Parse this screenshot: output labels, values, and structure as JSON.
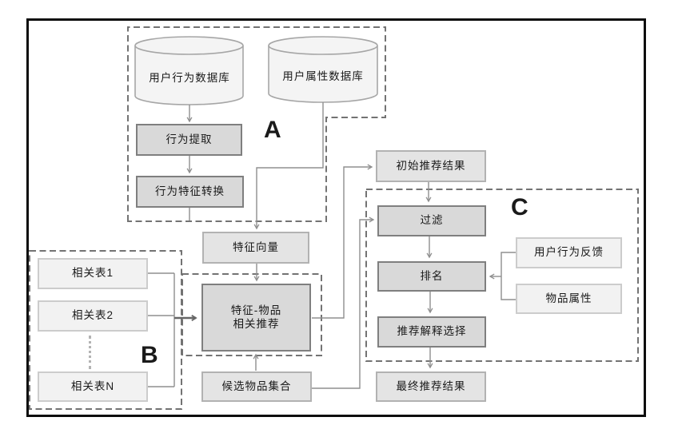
{
  "modules": {
    "a": "A",
    "b": "B",
    "c": "C"
  },
  "nodes": {
    "user_behavior_db": "用户行为数据库",
    "user_attribute_db": "用户属性数据库",
    "behavior_extraction": "行为提取",
    "behavior_feature_transform": "行为特征转换",
    "feature_vector": "特征向量",
    "initial_recommendation": "初始推荐结果",
    "related_table_1": "相关表1",
    "related_table_2": "相关表2",
    "related_table_n": "相关表N",
    "feature_item_line1": "特征-物品",
    "feature_item_line2": "相关推荐",
    "candidate_item_set": "候选物品集合",
    "filter": "过滤",
    "ranking": "排名",
    "explanation_selection": "推荐解释选择",
    "user_behavior_feedback": "用户行为反馈",
    "item_attributes": "物品属性",
    "final_recommendation": "最终推荐结果"
  },
  "edges": [
    {
      "from": "user_behavior_db",
      "to": "behavior_extraction"
    },
    {
      "from": "behavior_extraction",
      "to": "behavior_feature_transform"
    },
    {
      "from": "behavior_feature_transform",
      "to": "module_a_output"
    },
    {
      "from": "user_attribute_db",
      "to": "feature_vector"
    },
    {
      "from": "feature_vector",
      "to": "feature_item_recommendation"
    },
    {
      "from": "related_table_1",
      "to": "feature_item_recommendation"
    },
    {
      "from": "related_table_2",
      "to": "feature_item_recommendation"
    },
    {
      "from": "related_table_n",
      "to": "feature_item_recommendation"
    },
    {
      "from": "candidate_item_set",
      "to": "feature_item_recommendation"
    },
    {
      "from": "feature_item_recommendation",
      "to": "initial_recommendation"
    },
    {
      "from": "initial_recommendation",
      "to": "filter"
    },
    {
      "from": "candidate_item_set",
      "to": "filter"
    },
    {
      "from": "filter",
      "to": "ranking"
    },
    {
      "from": "user_behavior_feedback",
      "to": "ranking"
    },
    {
      "from": "item_attributes",
      "to": "ranking"
    },
    {
      "from": "ranking",
      "to": "explanation_selection"
    },
    {
      "from": "explanation_selection",
      "to": "final_recommendation"
    }
  ],
  "colors": {
    "frame": "#0d0d0d",
    "dashed_border": "#737373",
    "connector_line": "#8f8f8f",
    "dark_fill": "#d9d9d9",
    "dark_border": "#7f7f7f",
    "mid_fill": "#e4e4e4",
    "mid_border": "#b2b2b2",
    "light_fill": "#f2f2f2",
    "light_border": "#cccccc",
    "cylinder_fill": "#f4f4f4",
    "cylinder_border": "#a6a6a6"
  }
}
